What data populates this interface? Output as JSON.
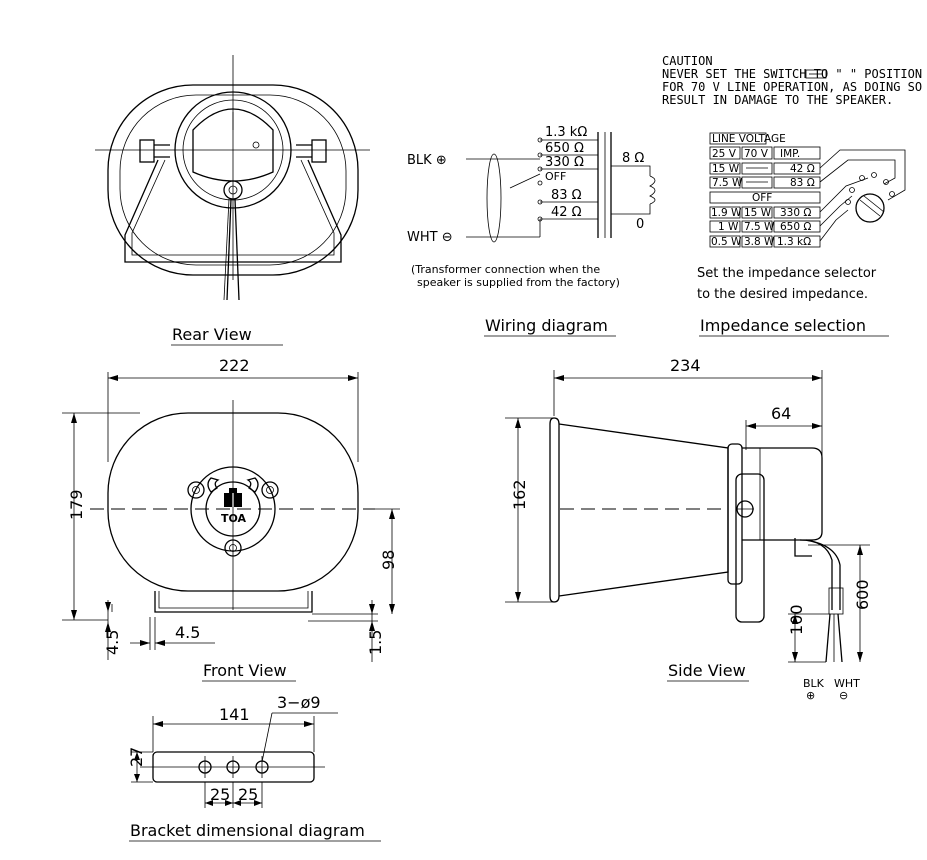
{
  "caution": {
    "line1": "CAUTION",
    "line2": "NEVER SET THE SWITCH TO \" \" POSITION",
    "line3": "FOR 70 V LINE OPERATION, AS DOING SO",
    "line4": "RESULT IN DAMAGE TO THE SPEAKER."
  },
  "rear_view": {
    "title": "Rear View"
  },
  "wiring": {
    "title": "Wiring diagram",
    "blk": "BLK ⊕",
    "wht": "WHT ⊖",
    "taps": [
      "1.3 kΩ",
      "650 Ω",
      "330 Ω",
      "OFF",
      "83 Ω",
      "42 Ω"
    ],
    "secondary": "8 Ω",
    "zero": "0",
    "note1": "(Transformer connection when the",
    "note2": "speaker is supplied from the factory)"
  },
  "impedance": {
    "title": "Impedance selection",
    "header": "LINE VOLTAGE",
    "col25": "25 V",
    "col70": "70 V",
    "colimp": "IMP.",
    "rows": [
      [
        "15 W",
        "—",
        "42 Ω"
      ],
      [
        "7.5 W",
        "—",
        "83 Ω"
      ],
      [
        "OFF",
        "",
        ""
      ],
      [
        "1.9 W",
        "15 W",
        "330 Ω"
      ],
      [
        "1 W",
        "7.5 W",
        "650 Ω"
      ],
      [
        "0.5 W",
        "3.8 W",
        "1.3 kΩ"
      ]
    ],
    "note1": "Set the impedance selector",
    "note2": "to the desired impedance."
  },
  "front_view": {
    "title": "Front View",
    "dim_width": "222",
    "dim_height": "179",
    "dim_98": "98",
    "dim_45a": "4.5",
    "dim_45b": "4.5",
    "dim_15": "1.5",
    "logo": "TOA"
  },
  "side_view": {
    "title": "Side View",
    "dim_234": "234",
    "dim_64": "64",
    "dim_162": "162",
    "dim_600": "600",
    "dim_100": "100",
    "blk": "BLK",
    "wht": "WHT",
    "plus": "⊕",
    "minus": "⊖"
  },
  "bracket": {
    "title": "Bracket dimensional diagram",
    "dim_141": "141",
    "holes": "3−ø9",
    "dim_27": "27",
    "dim_25a": "25",
    "dim_25b": "25"
  }
}
